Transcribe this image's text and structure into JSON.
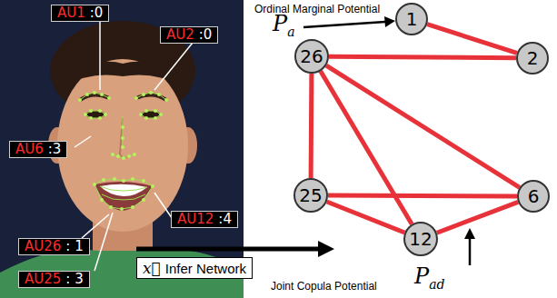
{
  "diagram": {
    "nodes": [
      {
        "text": [
          "1"
        ]
      },
      {
        "text": [
          "26"
        ]
      },
      {
        "text": [
          "2"
        ]
      },
      {
        "text": [
          "25"
        ]
      },
      {
        "text": [
          "6"
        ]
      },
      {
        "text": [
          "12"
        ]
      }
    ],
    "edges": [
      {
        "from": 0,
        "to": 2,
        "arrow": "none"
      },
      {
        "from": 1,
        "to": 2,
        "arrow": "none"
      },
      {
        "from": 1,
        "to": 4,
        "arrow": "none"
      },
      {
        "from": 1,
        "to": 3,
        "arrow": "none"
      },
      {
        "from": 1,
        "to": 5,
        "arrow": "none"
      },
      {
        "from": 3,
        "to": 4,
        "arrow": "none"
      },
      {
        "from": 3,
        "to": 5,
        "arrow": "none"
      },
      {
        "from": 5,
        "to": 4,
        "arrow": "none"
      }
    ],
    "labels": [
      "Ordinal Marginal Potential",
      "P",
      "a",
      "AU1",
      ":0",
      "AU2",
      ":0",
      "AU6",
      ":3",
      "AU12",
      ":4",
      "AU26",
      ": 1",
      "AU25",
      ": 3",
      "x⃗",
      "Infer Network",
      "Joint Copula Potential",
      "P",
      "ad"
    ]
  }
}
